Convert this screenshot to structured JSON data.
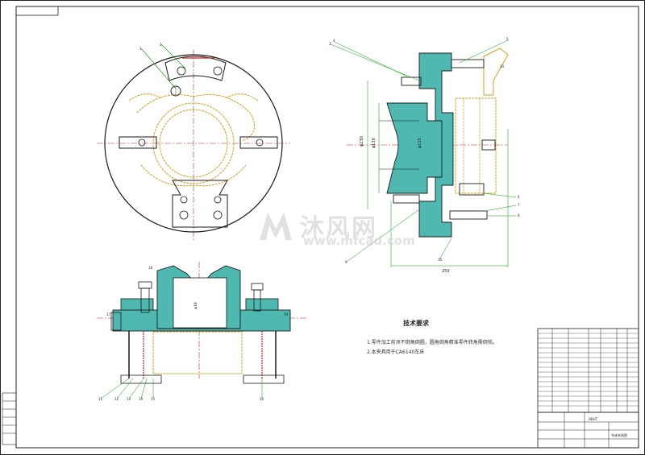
{
  "drawing": {
    "notes_title": "技术要求",
    "notes": [
      "1.零件加工前须不倒角倒圆，圆角倒角精准零件转角需倒钝。",
      "2.本夹具用于CA6140车床"
    ],
    "dimensions": {
      "overall_width": "250",
      "overall_height": "φ230",
      "inner_diameter": "φ130",
      "bore": "φ115",
      "bottom_diameter": "φ18"
    },
    "balloons": [
      "1",
      "2",
      "3",
      "4",
      "5",
      "6",
      "7",
      "8",
      "9",
      "10",
      "11",
      "12",
      "13",
      "14",
      "15",
      "16",
      "17",
      "18",
      "19",
      "20"
    ],
    "title_block": {
      "drawing_name": "车床夹具图",
      "school_mark": "HBUT"
    }
  },
  "watermark": {
    "cn": "沐风网",
    "url": "www.mfcad.com"
  },
  "colors": {
    "line": "#1a1a1a",
    "centerline": "#d62020",
    "section_fill": "#4fb8b0",
    "hidden_part": "#d8a020",
    "leader": "#00a000"
  }
}
